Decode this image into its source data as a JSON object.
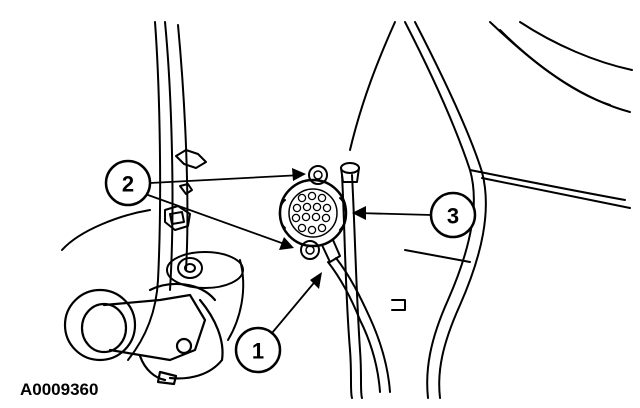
{
  "diagram": {
    "reference_code": "A0009360",
    "callouts": [
      {
        "id": "1",
        "label": "1"
      },
      {
        "id": "2",
        "label": "2"
      },
      {
        "id": "3",
        "label": "3"
      }
    ],
    "colors": {
      "ink": "#000000",
      "paper": "#ffffff"
    }
  }
}
